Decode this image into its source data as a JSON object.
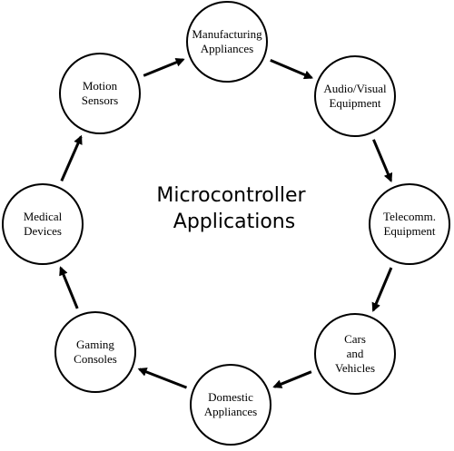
{
  "diagram": {
    "center": {
      "lines": [
        "Microcontroller",
        "Applications"
      ]
    },
    "nodes": [
      {
        "id": "manufacturing-appliances",
        "lines": [
          "Manufacturing",
          "Appliances"
        ]
      },
      {
        "id": "audio-visual-equipment",
        "lines": [
          "Audio/Visual",
          "Equipment"
        ]
      },
      {
        "id": "telecomm-equipment",
        "lines": [
          "Telecomm.",
          "Equipment"
        ]
      },
      {
        "id": "cars-and-vehicles",
        "lines": [
          "Cars",
          "and",
          "Vehicles"
        ]
      },
      {
        "id": "domestic-appliances",
        "lines": [
          "Domestic",
          "Appliances"
        ]
      },
      {
        "id": "gaming-consoles",
        "lines": [
          "Gaming",
          "Consoles"
        ]
      },
      {
        "id": "medical-devices",
        "lines": [
          "Medical",
          "Devices"
        ]
      },
      {
        "id": "motion-sensors",
        "lines": [
          "Motion",
          "Sensors"
        ]
      }
    ],
    "cycle_direction": "clockwise"
  }
}
